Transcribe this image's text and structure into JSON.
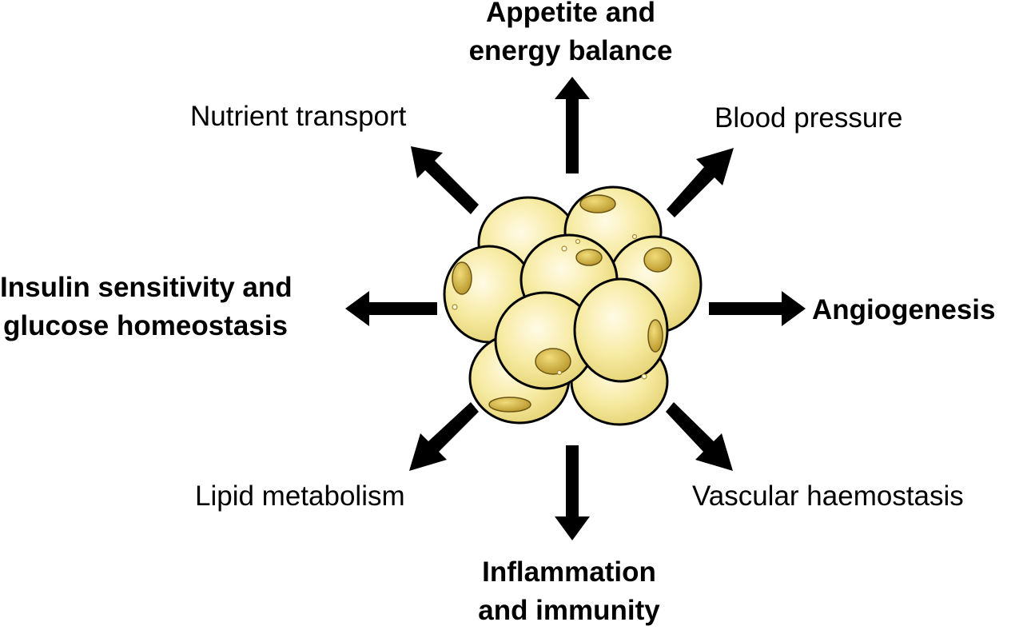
{
  "diagram": {
    "labels": {
      "top": [
        "Appetite and",
        "energy balance"
      ],
      "top_left": "Nutrient transport",
      "top_right": "Blood pressure",
      "left": [
        "Insulin sensitivity and",
        "glucose homeostasis"
      ],
      "right": "Angiogenesis",
      "bottom_left": "Lipid metabolism",
      "bottom_right": "Vascular haemostasis",
      "bottom": [
        "Inflammation",
        "and immunity"
      ]
    },
    "colors": {
      "cell_fill": "#f6eaa0",
      "cell_highlight": "#fffbe6",
      "nucleus": "#d4b33c",
      "outline": "#000000",
      "arrow": "#000000"
    },
    "center_icon": "adipocyte-cluster-icon"
  }
}
